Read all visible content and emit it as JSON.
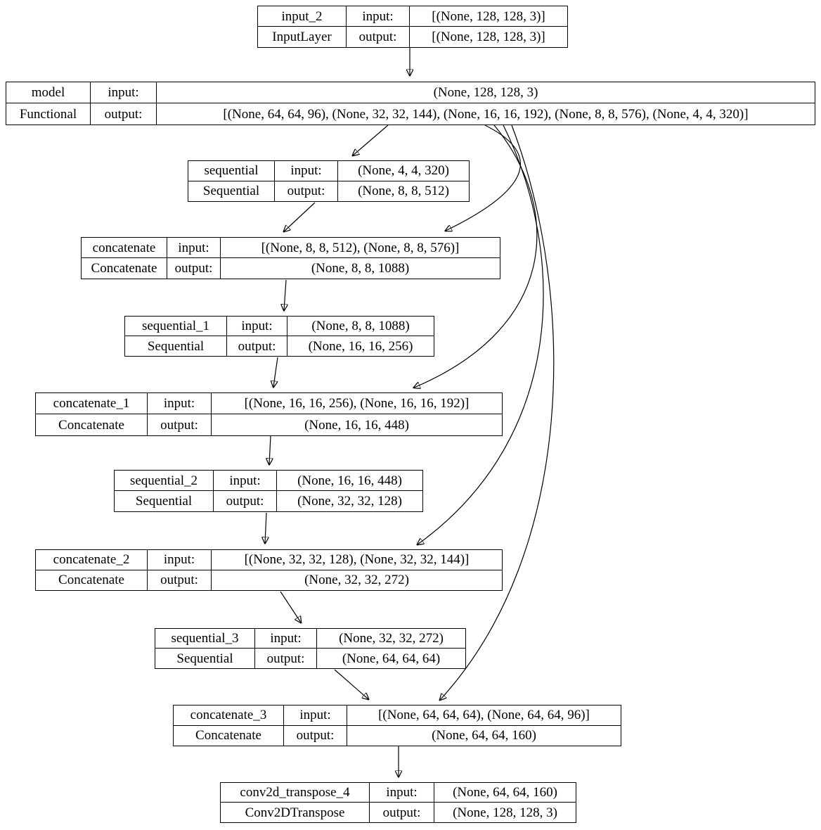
{
  "diagram_type": "keras-model-plot",
  "labels": {
    "input": "input:",
    "output": "output:"
  },
  "colors": {
    "background": "#ffffff",
    "node_border": "#000000",
    "edge": "#000000",
    "text": "#000000"
  },
  "nodes": [
    {
      "id": "input_2",
      "name": "input_2",
      "type": "InputLayer",
      "input_value": "[(None, 128, 128, 3)]",
      "output_value": "[(None, 128, 128, 3)]"
    },
    {
      "id": "model",
      "name": "model",
      "type": "Functional",
      "input_value": "(None, 128, 128, 3)",
      "output_value": "[(None, 64, 64, 96), (None, 32, 32, 144), (None, 16, 16, 192), (None, 8, 8, 576), (None, 4, 4, 320)]"
    },
    {
      "id": "sequential",
      "name": "sequential",
      "type": "Sequential",
      "input_value": "(None, 4, 4, 320)",
      "output_value": "(None, 8, 8, 512)"
    },
    {
      "id": "concatenate",
      "name": "concatenate",
      "type": "Concatenate",
      "input_value": "[(None, 8, 8, 512), (None, 8, 8, 576)]",
      "output_value": "(None, 8, 8, 1088)"
    },
    {
      "id": "sequential_1",
      "name": "sequential_1",
      "type": "Sequential",
      "input_value": "(None, 8, 8, 1088)",
      "output_value": "(None, 16, 16, 256)"
    },
    {
      "id": "concatenate_1",
      "name": "concatenate_1",
      "type": "Concatenate",
      "input_value": "[(None, 16, 16, 256), (None, 16, 16, 192)]",
      "output_value": "(None, 16, 16, 448)"
    },
    {
      "id": "sequential_2",
      "name": "sequential_2",
      "type": "Sequential",
      "input_value": "(None, 16, 16, 448)",
      "output_value": "(None, 32, 32, 128)"
    },
    {
      "id": "concatenate_2",
      "name": "concatenate_2",
      "type": "Concatenate",
      "input_value": "[(None, 32, 32, 128), (None, 32, 32, 144)]",
      "output_value": "(None, 32, 32, 272)"
    },
    {
      "id": "sequential_3",
      "name": "sequential_3",
      "type": "Sequential",
      "input_value": "(None, 32, 32, 272)",
      "output_value": "(None, 64, 64, 64)"
    },
    {
      "id": "concatenate_3",
      "name": "concatenate_3",
      "type": "Concatenate",
      "input_value": "[(None, 64, 64, 64), (None, 64, 64, 96)]",
      "output_value": "(None, 64, 64, 160)"
    },
    {
      "id": "conv2d_transpose_4",
      "name": "conv2d_transpose_4",
      "type": "Conv2DTranspose",
      "input_value": "(None, 64, 64, 160)",
      "output_value": "(None, 128, 128, 3)"
    }
  ],
  "edges": [
    {
      "from": "input_2",
      "to": "model"
    },
    {
      "from": "model",
      "to": "sequential"
    },
    {
      "from": "sequential",
      "to": "concatenate"
    },
    {
      "from": "model",
      "to": "concatenate"
    },
    {
      "from": "concatenate",
      "to": "sequential_1"
    },
    {
      "from": "sequential_1",
      "to": "concatenate_1"
    },
    {
      "from": "model",
      "to": "concatenate_1"
    },
    {
      "from": "concatenate_1",
      "to": "sequential_2"
    },
    {
      "from": "sequential_2",
      "to": "concatenate_2"
    },
    {
      "from": "model",
      "to": "concatenate_2"
    },
    {
      "from": "concatenate_2",
      "to": "sequential_3"
    },
    {
      "from": "sequential_3",
      "to": "concatenate_3"
    },
    {
      "from": "model",
      "to": "concatenate_3"
    },
    {
      "from": "concatenate_3",
      "to": "conv2d_transpose_4"
    }
  ]
}
